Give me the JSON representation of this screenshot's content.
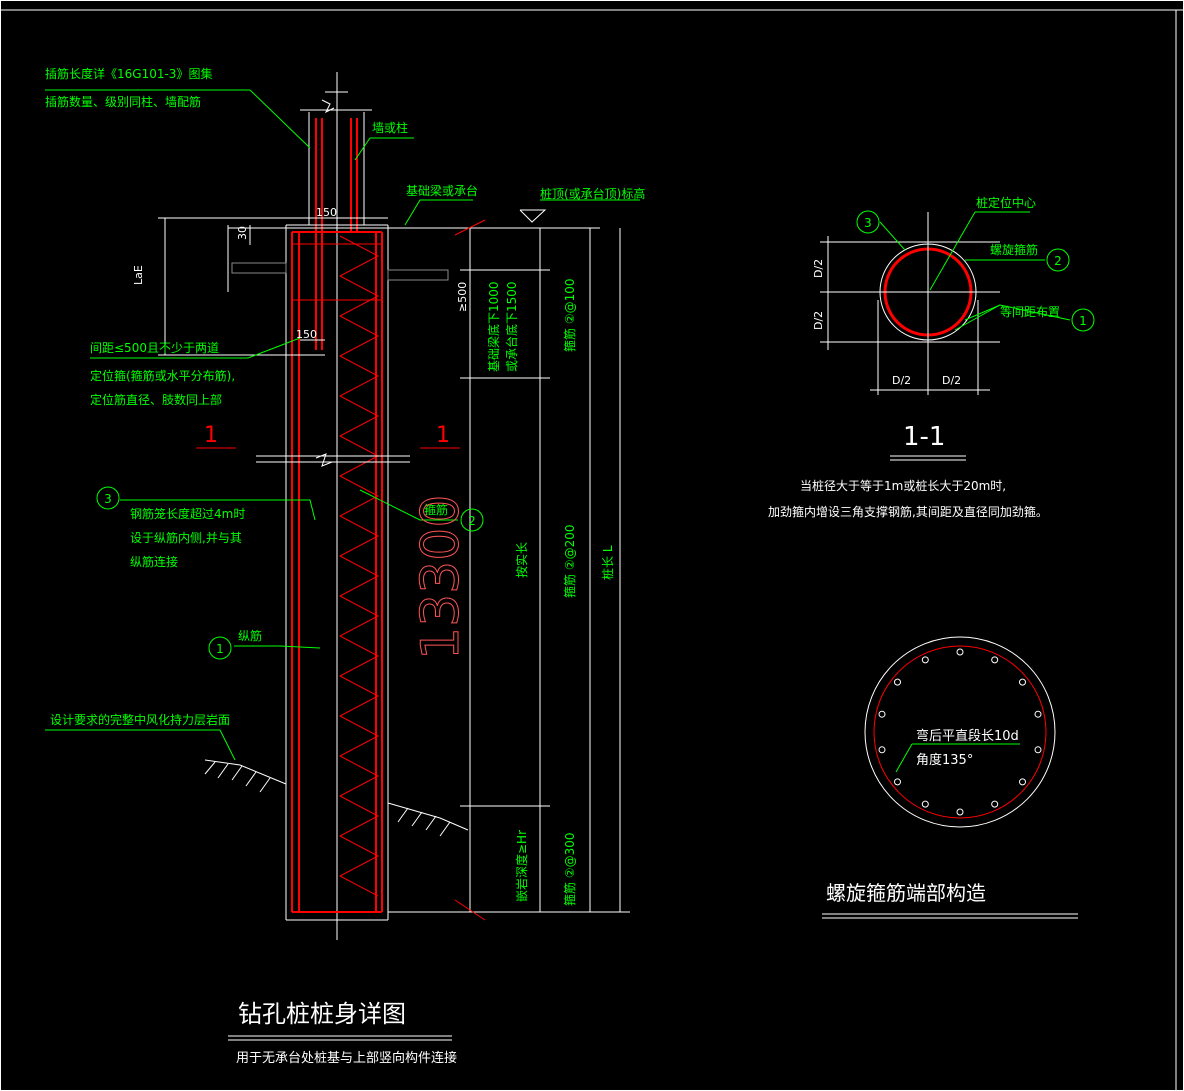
{
  "colors": {
    "background": "#000000",
    "annotation": "#00ff00",
    "dimension": "#ffffff",
    "rebar": "#ff0000",
    "leader": "#00ff00",
    "pile_outline": "#ffffff",
    "big_dimension": "#ffffff"
  },
  "main_view": {
    "title": "钻孔桩桩身详图",
    "subtitle": "用于无承台处桩基与上部竖向构件连接",
    "notes": {
      "dowel_note_1": "插筋长度详《16G101-3》图集",
      "dowel_note_2": "插筋数量、级别同柱、墙配筋",
      "wall_or_column": "墙或柱",
      "foundation_beam": "基础梁或承台",
      "pile_top_level": "桩顶(或承台顶)标高",
      "spacing_note_1": "间距≤500且不少于两道",
      "spacing_note_2": "定位箍(箍筋或水平分布筋),",
      "spacing_note_3": "定位筋直径、肢数同上部",
      "cage_note_1": "钢筋笼长度超过4m时",
      "cage_note_2": "设于纵筋内侧,并与其",
      "cage_note_3": "纵筋连接",
      "longitudinal": "纵筋",
      "stirrup": "箍筋",
      "rock_note": "设计要求的完整中风化持力层岩面"
    },
    "dimensions": {
      "lae": "LaE",
      "d30": "30",
      "d150_top": "150",
      "d150_mid": "150",
      "d500": "≥500",
      "zone_top_1": "基础梁底下1000",
      "zone_top_2": "或承台底下1500",
      "zone_top_spec": "箍筋 ②@100",
      "zone_mid_label": "按实长",
      "zone_mid_spec": "箍筋 ②@200",
      "zone_bottom_label": "嵌岩深度≥Hr",
      "zone_bottom_spec": "箍筋 ②@300",
      "pile_length": "桩长 L",
      "section_mark": "1",
      "big_value": "13300"
    },
    "callouts": [
      "3",
      "2",
      "1"
    ]
  },
  "section_view": {
    "title": "1-1",
    "pile_center": "桩定位中心",
    "spiral_stirrup": "螺旋箍筋",
    "equal_spacing": "等间距布置",
    "d2": "D/2",
    "note_1": "当桩径大于等于1m或桩长大于20m时,",
    "note_2": "加劲箍内增设三角支撑钢筋,其间距及直径同加劲箍。",
    "callouts": [
      "3",
      "2",
      "1"
    ]
  },
  "end_view": {
    "title": "螺旋箍筋端部构造",
    "note_1": "弯后平直段长10d",
    "note_2": "角度135°"
  }
}
